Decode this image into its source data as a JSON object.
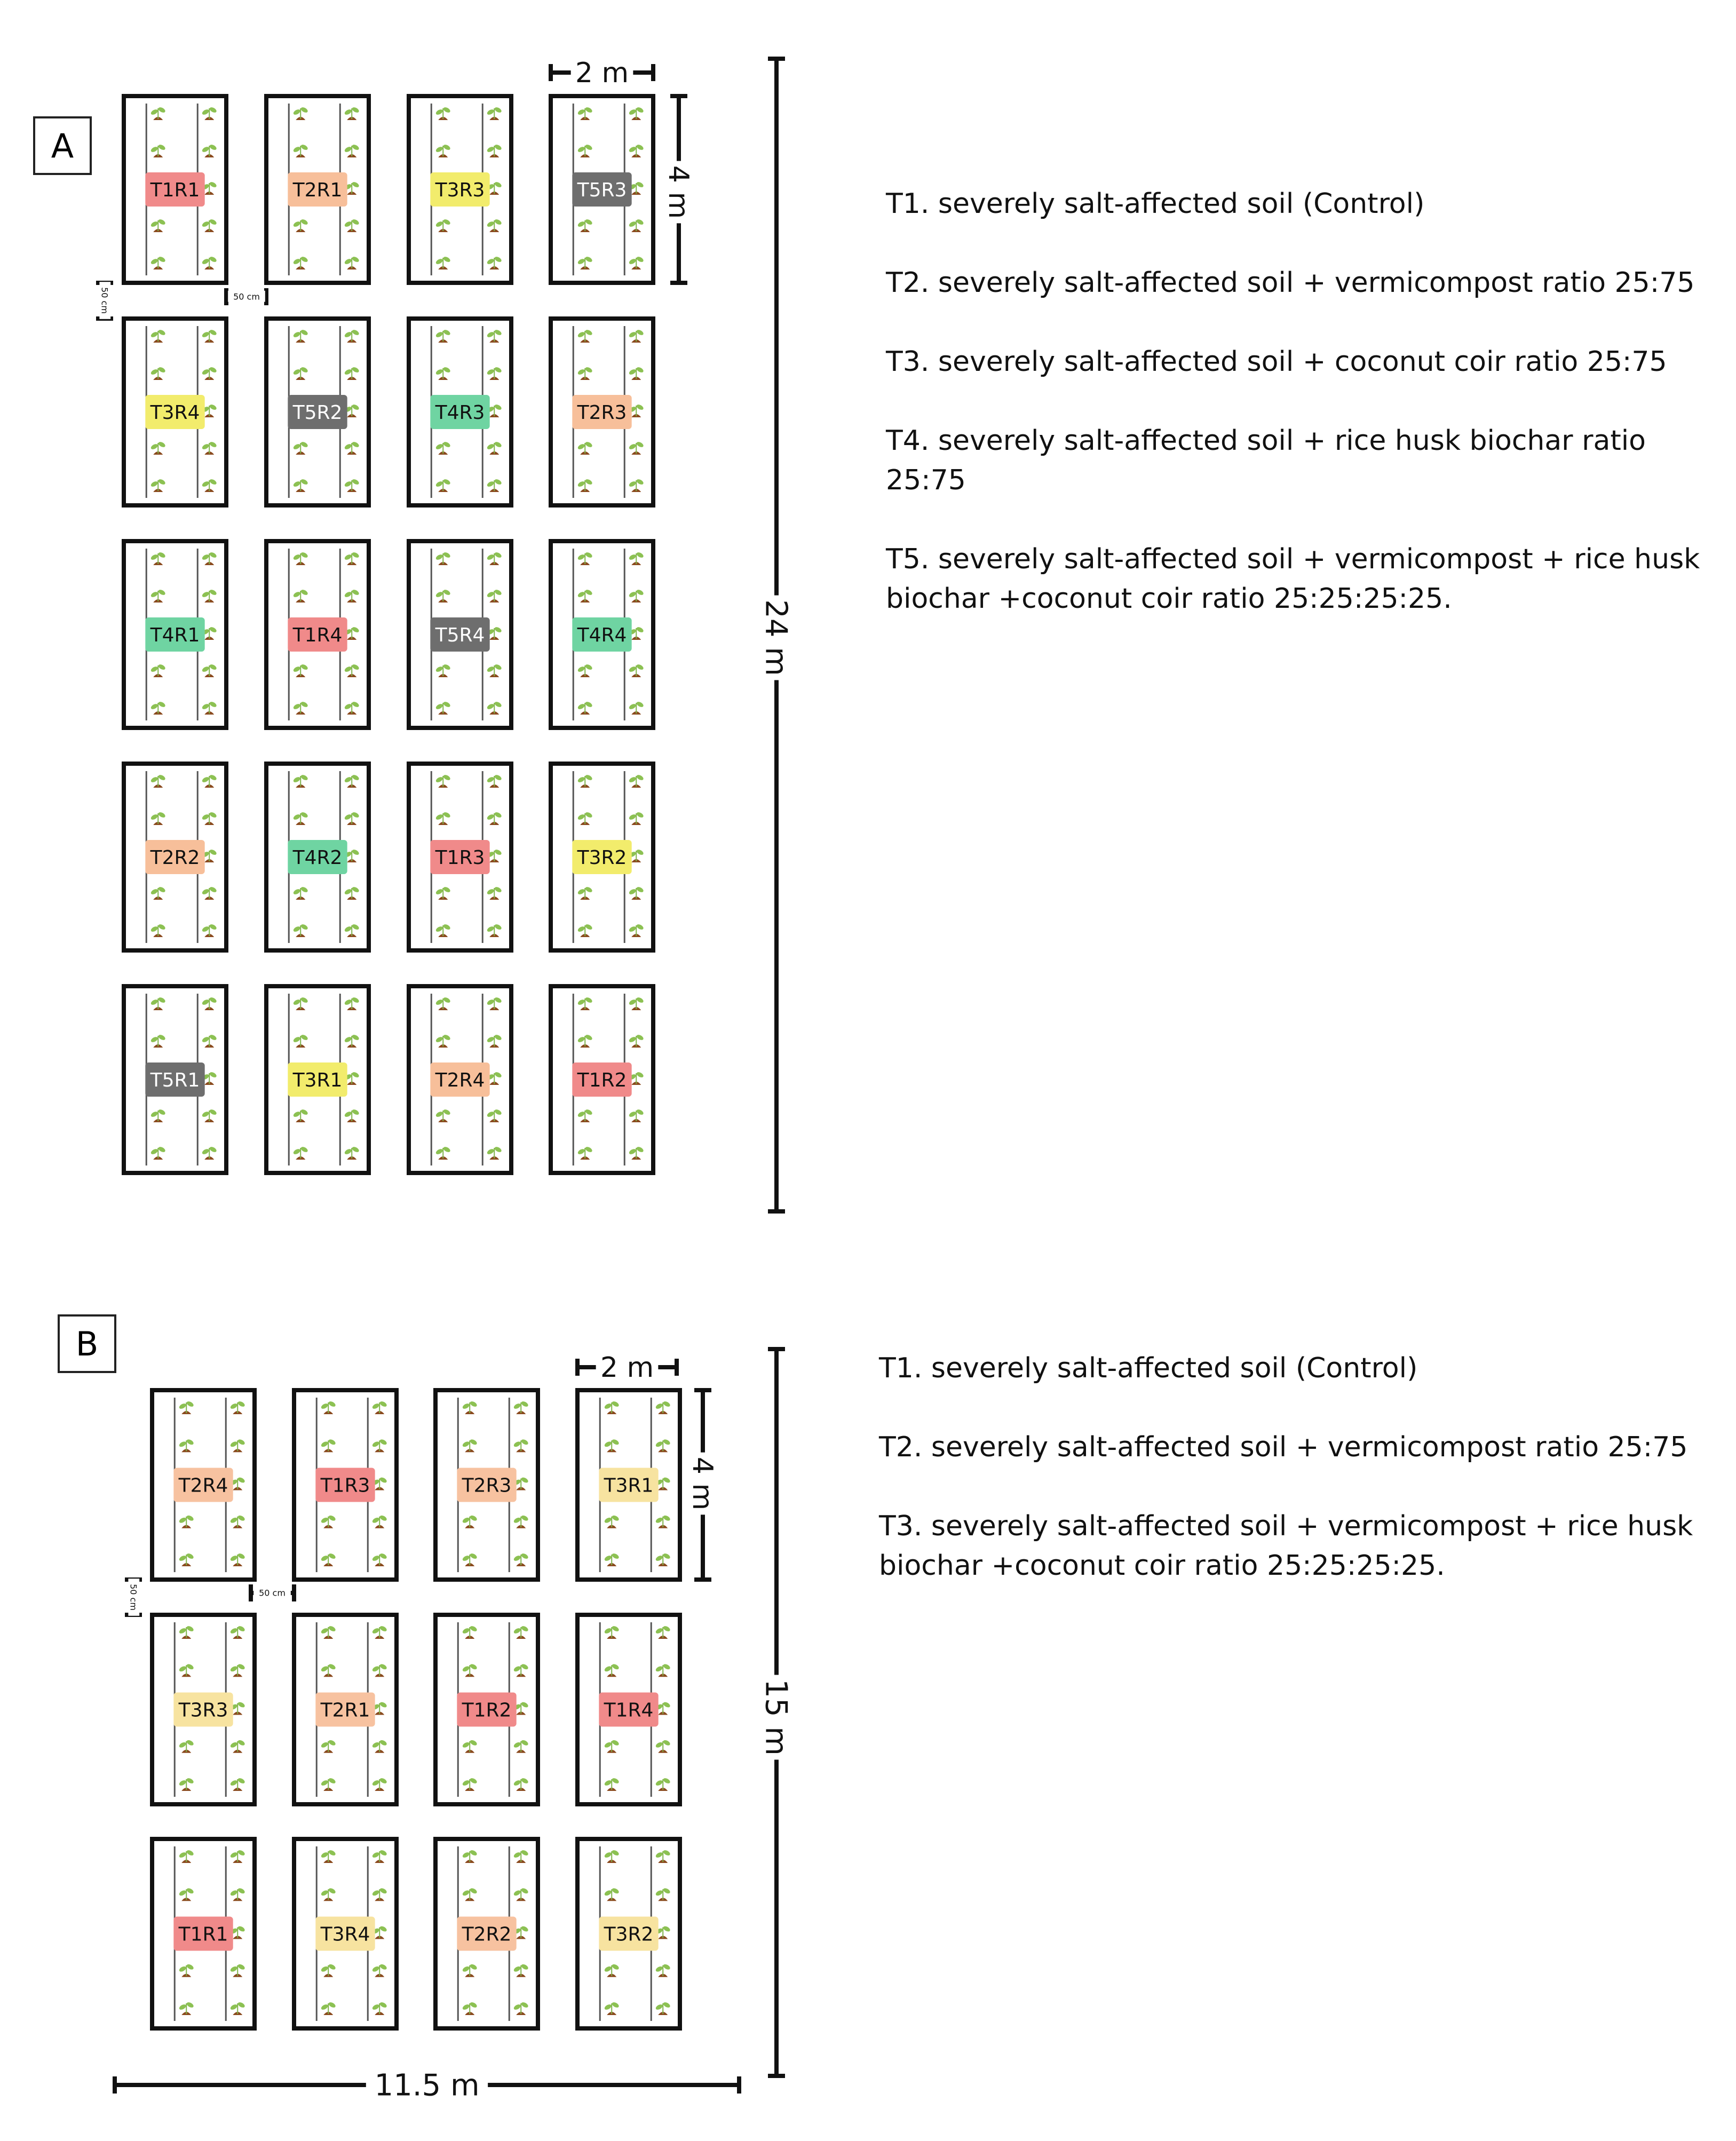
{
  "panels": [
    {
      "letter": "A",
      "plot_width": "2 m",
      "plot_height": "4 m",
      "spacing": "50 cm",
      "total_height": "24 m",
      "grid": [
        [
          "T1R1",
          "T2R1",
          "T3R3",
          "T5R3"
        ],
        [
          "T3R4",
          "T5R2",
          "T4R3",
          "T2R3"
        ],
        [
          "T4R1",
          "T1R4",
          "T5R4",
          "T4R4"
        ],
        [
          "T2R2",
          "T4R2",
          "T1R3",
          "T3R2"
        ],
        [
          "T5R1",
          "T3R1",
          "T2R4",
          "T1R2"
        ]
      ],
      "colors": {
        "T1": "#f08a8a",
        "T2": "#f7bf9a",
        "T3": "#f2ec6c",
        "T4": "#6fd4a2",
        "T5": "#6e6e6e"
      },
      "legend": [
        "T1. severely salt-affected soil (Control)",
        "T2. severely salt-affected soil + vermicompost ratio 25:75",
        "T3. severely salt-affected soil + coconut coir ratio 25:75",
        "T4. severely salt-affected soil + rice husk biochar ratio 25:75",
        "T5. severely salt-affected soil + vermicompost + rice husk biochar +coconut coir ratio 25:25:25:25."
      ]
    },
    {
      "letter": "B",
      "plot_width": "2 m",
      "plot_height": "4 m",
      "spacing": "50 cm",
      "total_height": "15 m",
      "total_width": "11.5 m",
      "grid": [
        [
          "T2R4",
          "T1R3",
          "T2R3",
          "T3R1"
        ],
        [
          "T3R3",
          "T2R1",
          "T1R2",
          "T1R4"
        ],
        [
          "T1R1",
          "T3R4",
          "T2R2",
          "T3R2"
        ]
      ],
      "colors": {
        "T1": "#f08a8a",
        "T2": "#f7c2a0",
        "T3": "#f7e3a0"
      },
      "legend": [
        "T1. severely salt-affected soil (Control)",
        "T2. severely salt-affected soil + vermicompost ratio 25:75",
        "T3. severely salt-affected soil + vermicompost + rice husk biochar +coconut coir ratio 25:25:25:25."
      ]
    }
  ]
}
